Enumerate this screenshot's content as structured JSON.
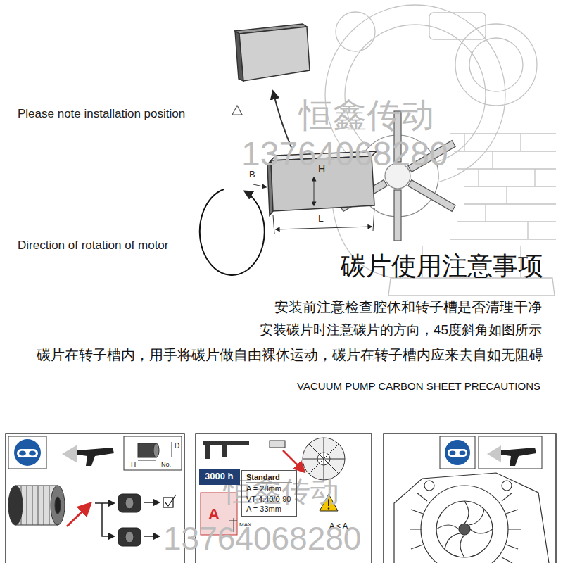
{
  "diagram": {
    "title": "碳片使用注意事项",
    "nodes": [
      {
        "text": [
          "3000 h"
        ]
      },
      {
        "text": [
          "Standard",
          "A = 28mm",
          "VT 4.40/0-90",
          "A = 33mm"
        ]
      }
    ],
    "labels": [
      "Please note installation position",
      "Direction of rotation of motor",
      "安装前注意检查腔体和转子槽是否清理干净",
      "安装碳片时注意碳片的方向，45度斜角如图所示",
      "碳片在转子槽内，用手将碳片做自由裸体运动，碳片在转子槽内应来去自如无阻碍",
      "VACUUM PUMP CARBON SHEET PRECAUTIONS",
      "H",
      "B",
      "L",
      "恒鑫传动",
      "13764068280",
      "D",
      "H",
      "No.",
      "A",
      "MAX",
      "A < A",
      "恒鑫传动",
      "13764068280"
    ]
  }
}
